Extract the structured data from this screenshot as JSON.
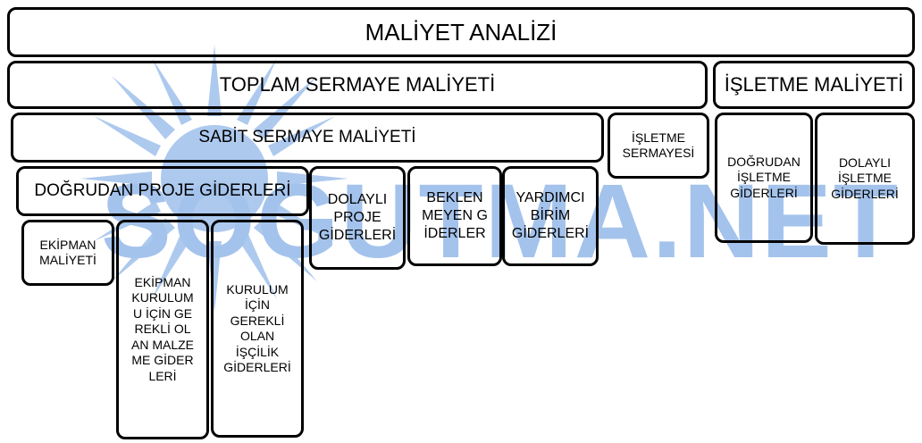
{
  "watermark": {
    "text": "SOGUTMA.NET",
    "color": "#4a86d8"
  },
  "nodes": {
    "maliyet_analizi": "MALİYET ANALİZİ",
    "toplam_sermaye": "TOPLAM SERMAYE MALİYETİ",
    "isletme_maliyeti": "İŞLETME MALİYETİ",
    "sabit_sermaye": "SABİT SERMAYE MALİYETİ",
    "isletme_sermayesi": "İŞLETME SERMAYESİ",
    "dogrudan_isletme": "DOĞRUDAN İŞLETME GİDERLERİ",
    "dolayli_isletme": "DOLAYLI İŞLETME GİDERLERİ",
    "dogrudan_proje": "DOĞRUDAN PROJE GİDERLERİ",
    "dolayli_proje": "DOLAYLI PROJE GİDERLERİ",
    "beklenmeyen": "BEKLENMEYEN GİDERLER",
    "yardimci_birim": "YARDIMCI BİRİM GİDERLERİ",
    "ekipman_maliyeti": "EKİPMAN MALİYETİ",
    "ekipman_kurulum": "EKİPMAN KURULUMU İÇİN GEREKLİ OLAN MALZEME GİDERLERİ",
    "kurulum_iscilik": "KURULUM İÇİN GEREKLİ OLAN İŞÇİLİK GİDERLERİ"
  }
}
